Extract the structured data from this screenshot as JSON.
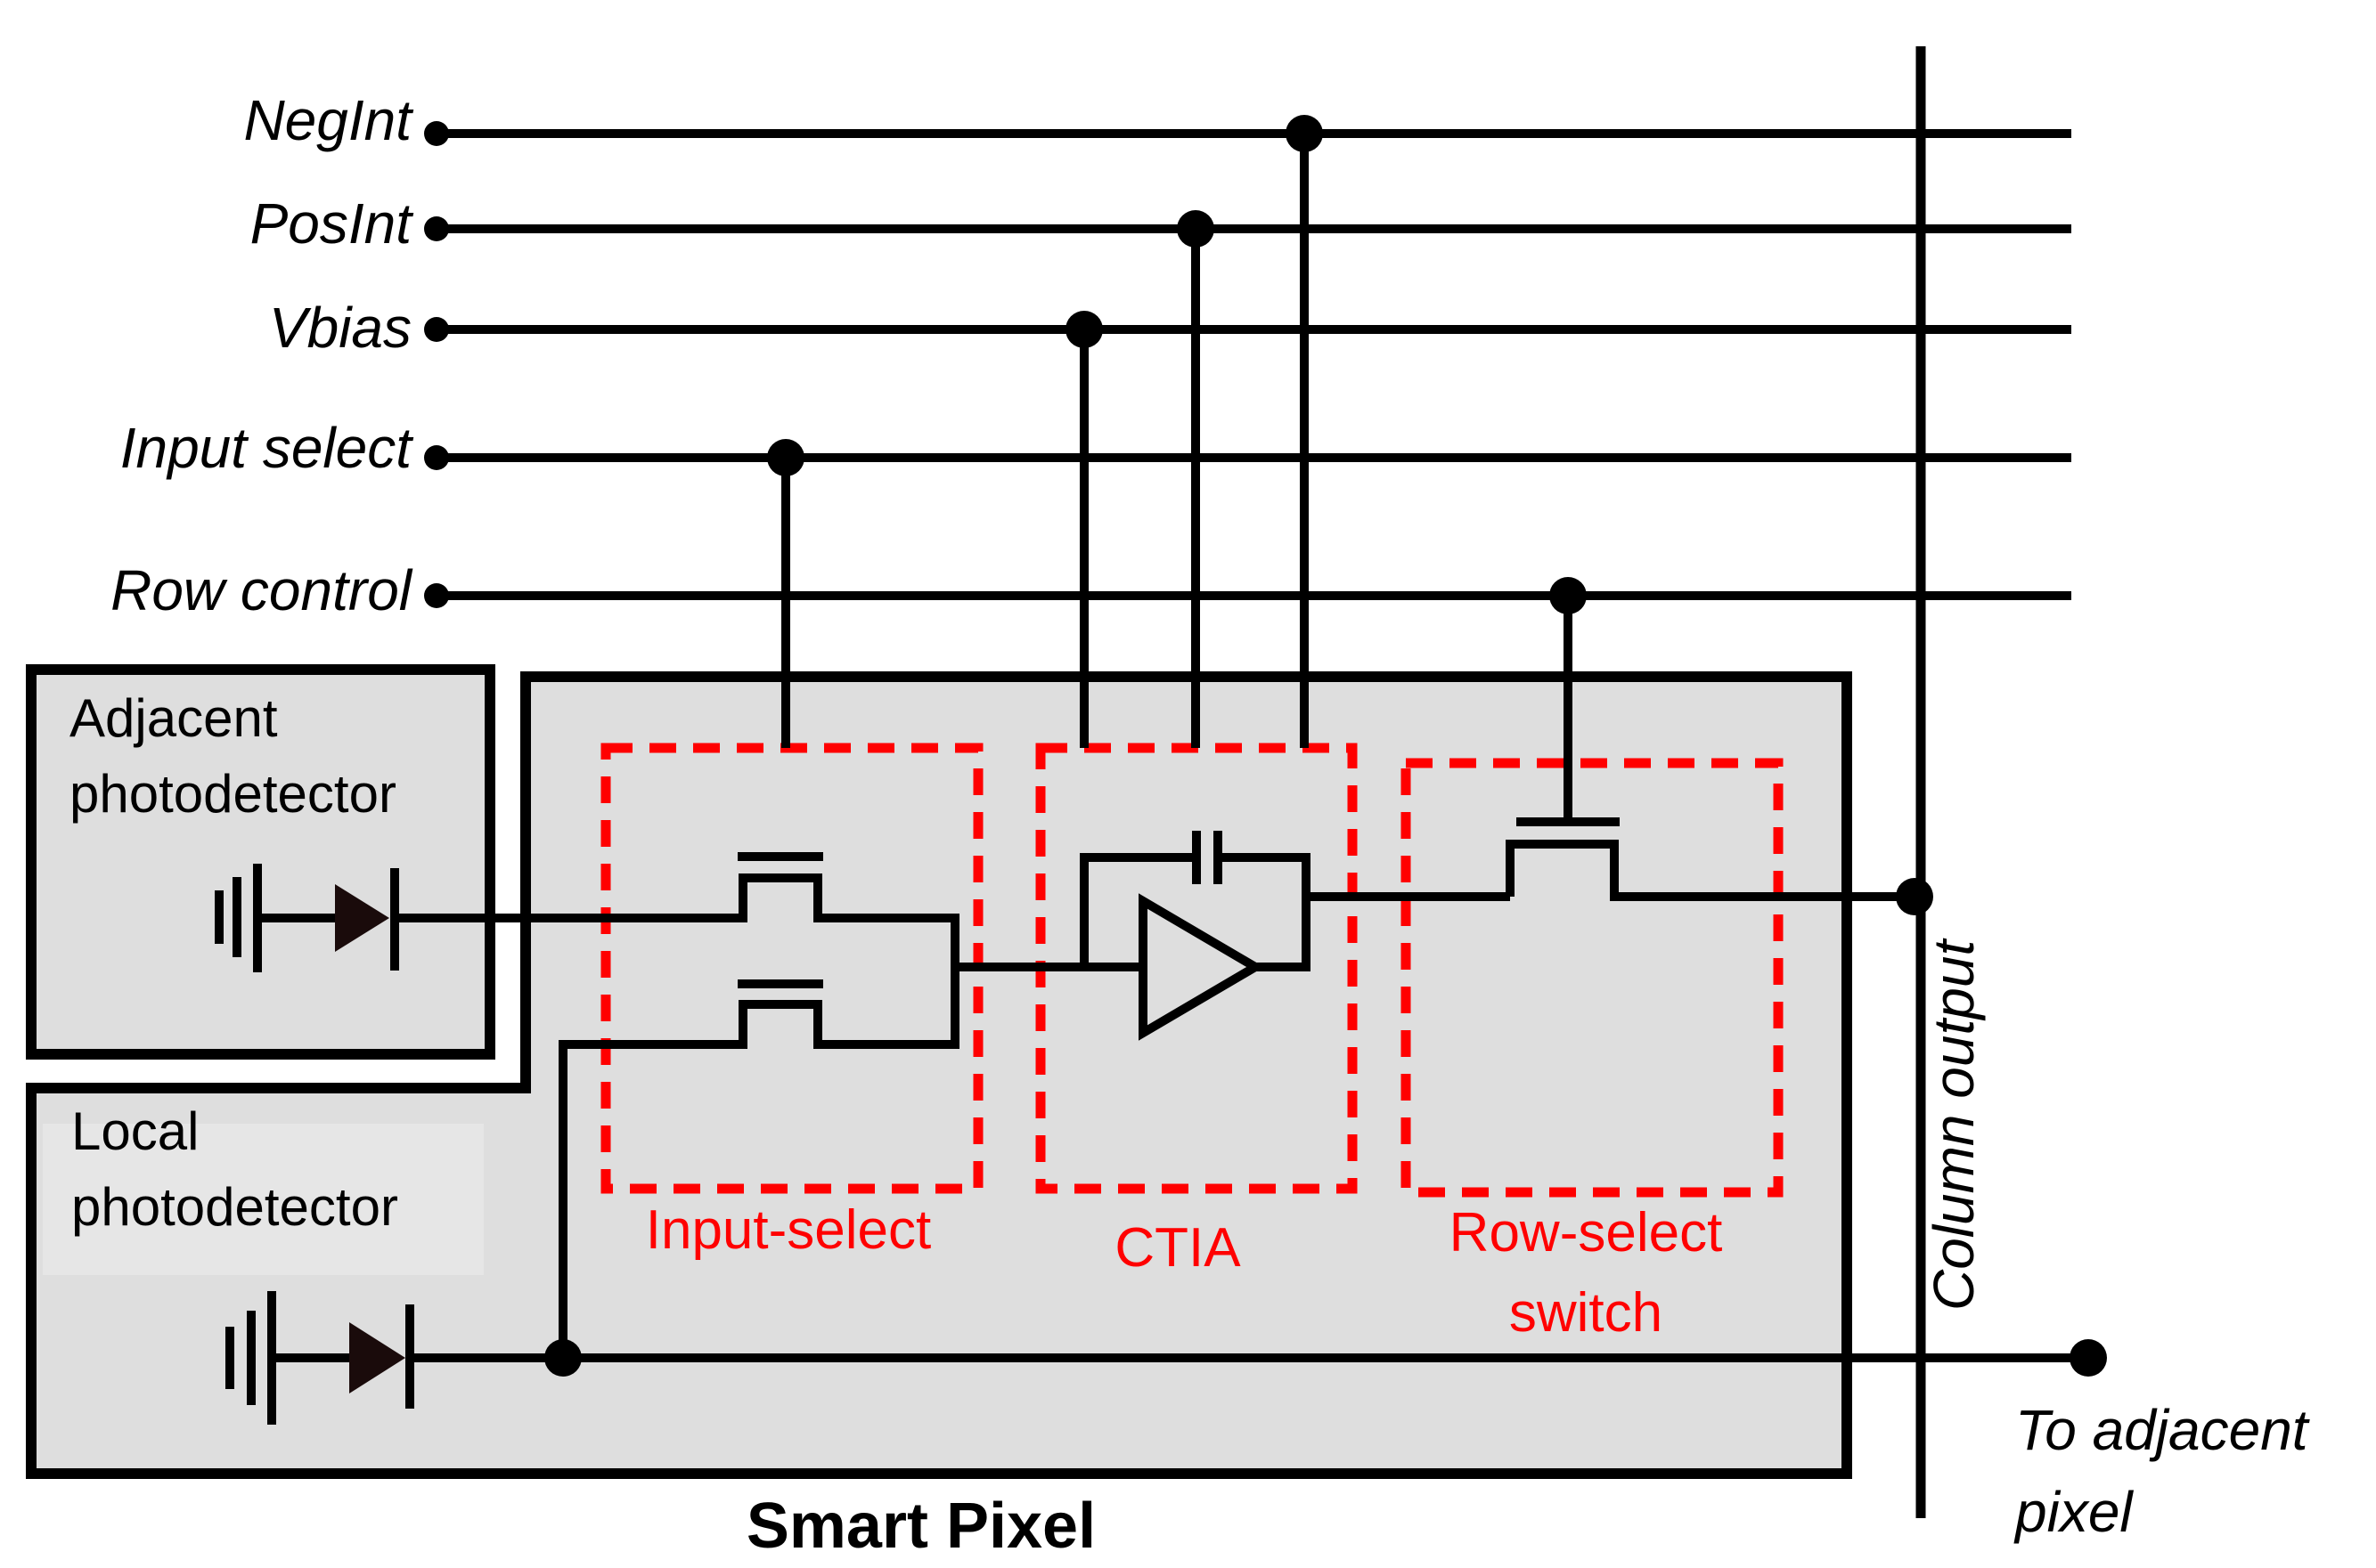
{
  "signals": {
    "negint": "NegInt",
    "posint": "PosInt",
    "vbias": "Vbias",
    "input_select": "Input select",
    "row_control": "Row control"
  },
  "boxes": {
    "adjacent_line1": "Adjacent",
    "adjacent_line2": "photodetector",
    "local_line1": "Local",
    "local_line2": "photodetector",
    "smart_pixel": "Smart Pixel"
  },
  "blocks": {
    "input_select": "Input-select",
    "ctia": "CTIA",
    "row_select_line1": "Row-select",
    "row_select_line2": "switch"
  },
  "labels": {
    "column_output": "Column output",
    "to_adjacent_line1": "To adjacent",
    "to_adjacent_line2": "pixel"
  },
  "colors": {
    "block_outline": "#ff0000",
    "box_fill": "#dedede",
    "wire": "#000000"
  }
}
